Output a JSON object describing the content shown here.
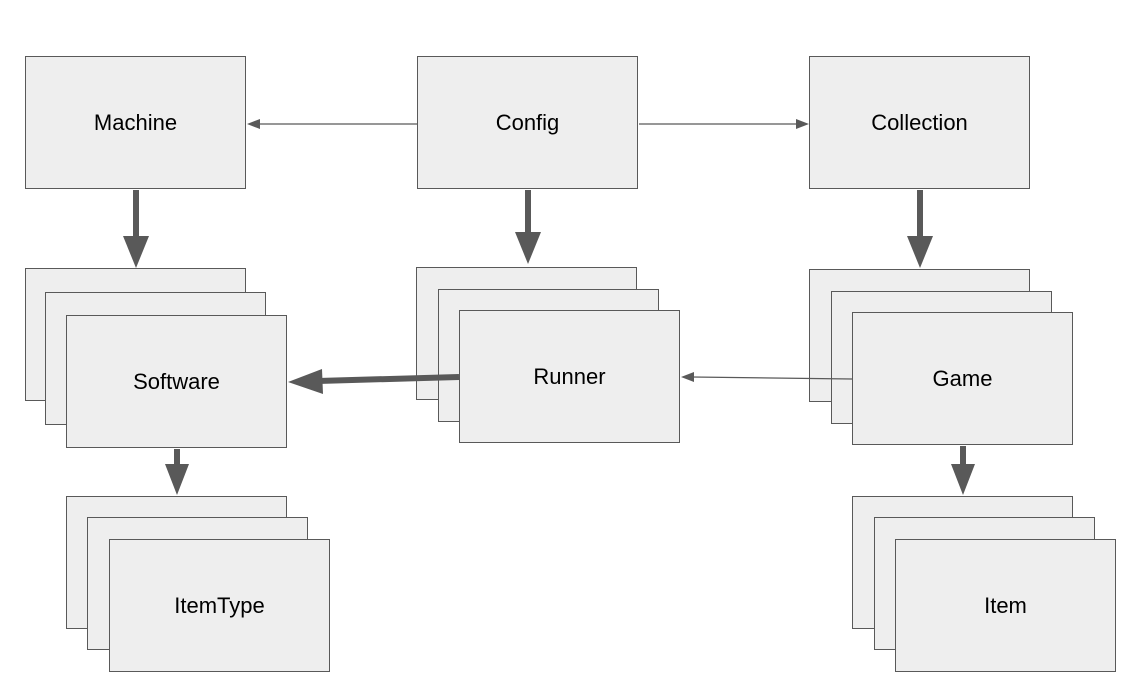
{
  "diagram": {
    "nodes": {
      "machine": "Machine",
      "config": "Config",
      "collection": "Collection",
      "software": "Software",
      "runner": "Runner",
      "game": "Game",
      "itemtype": "ItemType",
      "item": "Item"
    },
    "edges": [
      {
        "from": "Config",
        "to": "Machine",
        "weight": "thin"
      },
      {
        "from": "Config",
        "to": "Collection",
        "weight": "thin"
      },
      {
        "from": "Machine",
        "to": "Software",
        "weight": "thick"
      },
      {
        "from": "Config",
        "to": "Runner",
        "weight": "thick"
      },
      {
        "from": "Collection",
        "to": "Game",
        "weight": "thick"
      },
      {
        "from": "Runner",
        "to": "Software",
        "weight": "thick"
      },
      {
        "from": "Game",
        "to": "Runner",
        "weight": "thin"
      },
      {
        "from": "Software",
        "to": "ItemType",
        "weight": "thick"
      },
      {
        "from": "Game",
        "to": "Item",
        "weight": "thick"
      }
    ],
    "colors": {
      "box_fill": "#eeeeee",
      "box_border": "#595959",
      "arrow": "#595959"
    }
  }
}
